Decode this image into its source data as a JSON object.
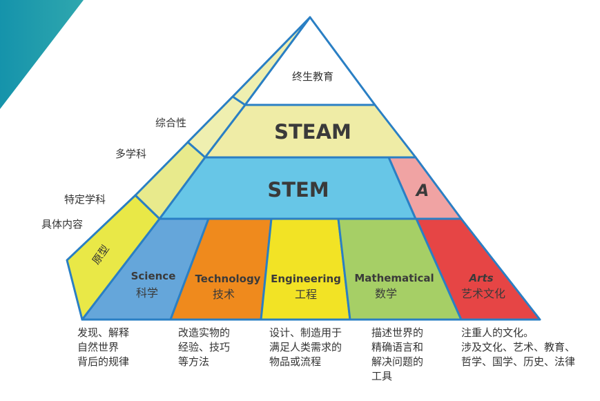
{
  "colors": {
    "outline": "#2a7fc4",
    "teal": "#1a9db0",
    "steam": "#efeca6",
    "stem": "#67c6e7",
    "a_block": "#f0a3a3",
    "science": "#65a6da",
    "technology": "#ef8a1d",
    "engineering": "#f2e325",
    "mathematical": "#a6cf66",
    "arts": "#e64545",
    "strip1": "#efefb0",
    "strip2": "#e8ea8c",
    "strip3": "#e9e847"
  },
  "pyramid": {
    "top": "终生教育",
    "steam": "STEAM",
    "stem": "STEM",
    "a": "A"
  },
  "side_labels": [
    "综合性",
    "多学科",
    "特定学科",
    "具体内容"
  ],
  "strip_label": "原型",
  "columns": [
    {
      "en": "Science",
      "zh": "科学",
      "desc": "发现、解释\n自然世界\n背后的规律"
    },
    {
      "en": "Technology",
      "zh": "技术",
      "desc": "改造实物的\n经验、技巧\n等方法"
    },
    {
      "en": "Engineering",
      "zh": "工程",
      "desc": "设计、制造用于\n满足人类需求的\n物品或流程"
    },
    {
      "en": "Mathematical",
      "zh": "数学",
      "desc": "描述世界的\n精确语言和\n解决问题的\n工具"
    },
    {
      "en": "Arts",
      "zh": "艺术文化",
      "desc": "注重人的文化。\n涉及文化、艺术、教育、\n哲学、国学、历史、法律"
    }
  ]
}
